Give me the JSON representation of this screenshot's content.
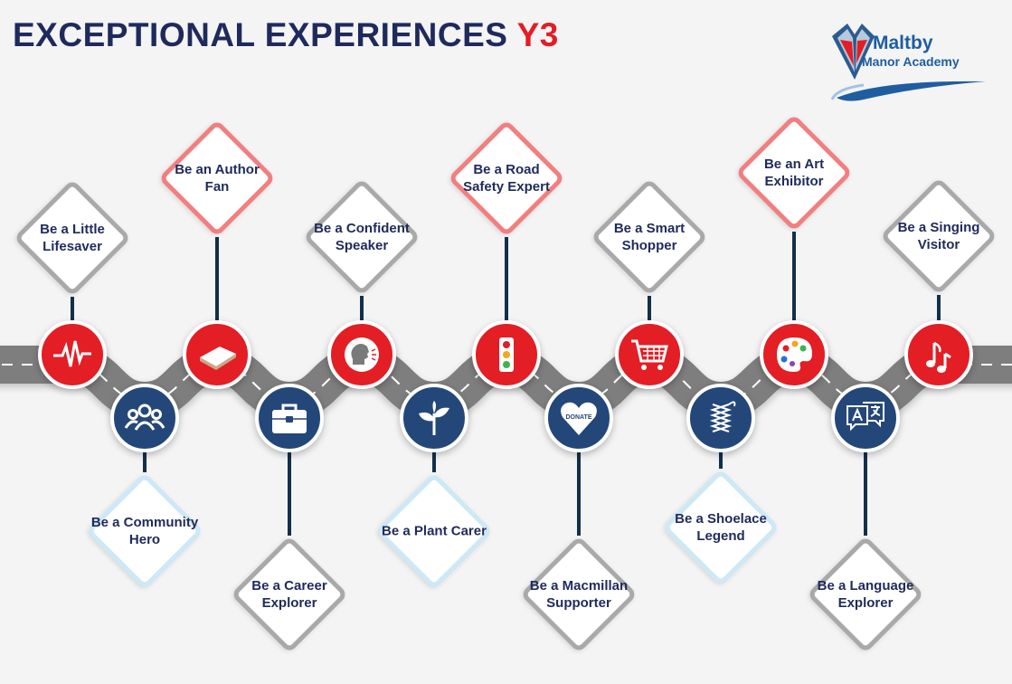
{
  "header": {
    "title": "EXCEPTIONAL EXPERIENCES",
    "year": "Y3"
  },
  "logo": {
    "line1": "Maltby",
    "line2": "Manor Academy"
  },
  "colors": {
    "navy": "#1f2a5c",
    "red": "#e31e24",
    "circle_blue": "#24477a",
    "grey_border": "#a9a9a9",
    "pink_border": "#f27f80",
    "light_blue_border": "#cde8f7",
    "road": "#7e7e7e"
  },
  "experiences": [
    {
      "label": "Be a Little Lifesaver",
      "icon": "heartbeat-icon",
      "circle": "red",
      "border": "grey"
    },
    {
      "label": "Be a Community Hero",
      "icon": "people-icon",
      "circle": "blue",
      "border": "lightblue"
    },
    {
      "label": "Be an Author Fan",
      "icon": "book-icon",
      "circle": "red",
      "border": "pink"
    },
    {
      "label": "Be a Career Explorer",
      "icon": "briefcase-icon",
      "circle": "blue",
      "border": "grey"
    },
    {
      "label": "Be a Confident Speaker",
      "icon": "speaking-head-icon",
      "circle": "red",
      "border": "grey"
    },
    {
      "label": "Be a Plant Carer",
      "icon": "sprout-icon",
      "circle": "blue",
      "border": "lightblue"
    },
    {
      "label": "Be a Road Safety Expert",
      "icon": "traffic-light-icon",
      "circle": "red",
      "border": "pink"
    },
    {
      "label": "Be a Macmillan Supporter",
      "icon": "donate-heart-icon",
      "icon_text": "DONATE",
      "circle": "blue",
      "border": "grey"
    },
    {
      "label": "Be a Smart Shopper",
      "icon": "shopping-cart-icon",
      "circle": "red",
      "border": "grey"
    },
    {
      "label": "Be a Shoelace Legend",
      "icon": "shoelace-icon",
      "circle": "blue",
      "border": "lightblue"
    },
    {
      "label": "Be an Art Exhibitor",
      "icon": "paint-palette-icon",
      "circle": "red",
      "border": "pink"
    },
    {
      "label": "Be a Language Explorer",
      "icon": "translate-icon",
      "circle": "blue",
      "border": "grey"
    },
    {
      "label": "Be a Singing Visitor",
      "icon": "music-note-icon",
      "circle": "red",
      "border": "grey"
    }
  ]
}
